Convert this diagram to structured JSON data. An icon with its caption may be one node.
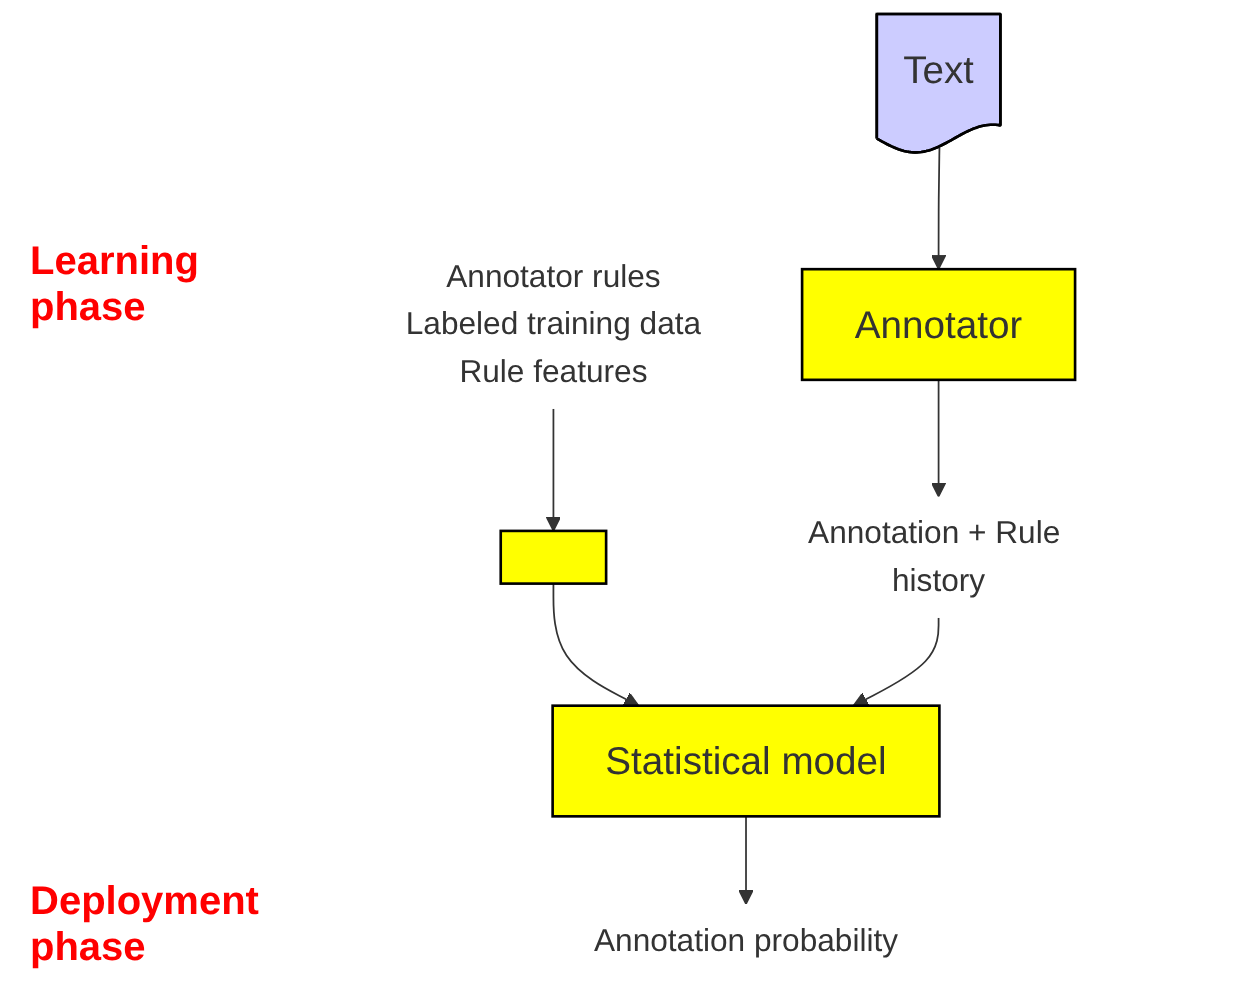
{
  "diagram": {
    "nodes": [
      {
        "text": [],
        "shape": "box"
      },
      {
        "text": [
          "Annotator rules",
          "Labeled training data",
          "Rule features"
        ]
      },
      {
        "text": [
          "Statistical model"
        ]
      },
      {
        "text": [
          "Text"
        ]
      },
      {
        "text": [
          "Annotator"
        ]
      },
      {
        "text": [
          "Annotation + Rule history"
        ]
      },
      {
        "text": [
          "Annotation probability"
        ]
      }
    ],
    "edges": [
      {
        "from": 1,
        "to": 0,
        "arrow": "to"
      },
      {
        "from": 0,
        "to": 2,
        "arrow": "to"
      },
      {
        "from": 3,
        "to": 4,
        "arrow": "to"
      },
      {
        "from": 4,
        "to": 5,
        "arrow": "to"
      },
      {
        "from": 5,
        "to": 2,
        "arrow": "to"
      },
      {
        "from": 2,
        "to": 6,
        "arrow": "to"
      }
    ],
    "labels": [
      "Learning phase",
      "Deployment phase"
    ]
  }
}
